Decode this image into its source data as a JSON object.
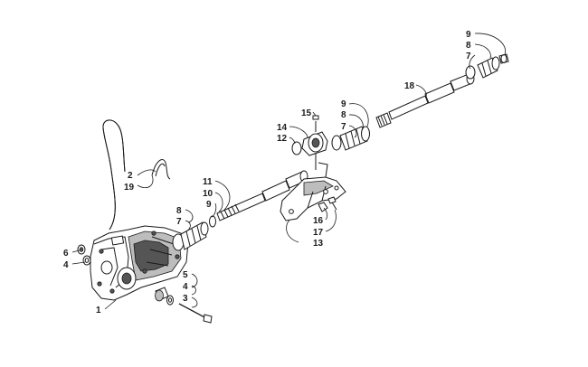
{
  "callouts": {
    "c1": "1",
    "c2": "2",
    "c3": "3",
    "c4a": "4",
    "c4b": "4",
    "c5": "5",
    "c6": "6",
    "c7a": "7",
    "c7b": "7",
    "c7c": "7",
    "c8a": "8",
    "c8b": "8",
    "c8c": "8",
    "c9a": "9",
    "c9b": "9",
    "c9c": "9",
    "c10": "10",
    "c11": "11",
    "c12": "12",
    "c13": "13",
    "c14": "14",
    "c15": "15",
    "c16": "16",
    "c17": "17",
    "c18": "18",
    "c19": "19"
  }
}
